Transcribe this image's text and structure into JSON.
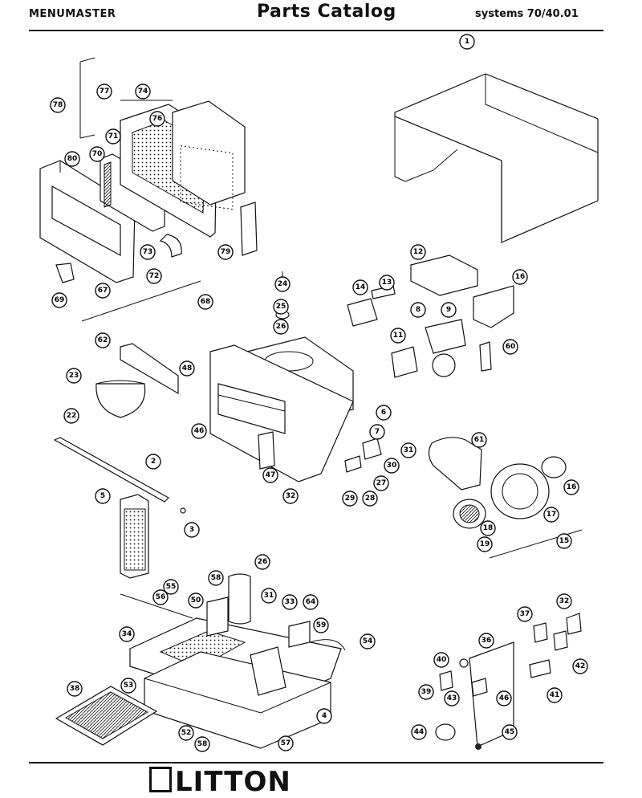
{
  "header": {
    "brand": "MENUMASTER",
    "title": "Parts Catalog",
    "system": "systems 70/40.01"
  },
  "footer": {
    "logo_text": "LITTON"
  },
  "callouts": [
    "1",
    "78",
    "77",
    "74",
    "76",
    "71",
    "70",
    "80",
    "73",
    "72",
    "79",
    "67",
    "69",
    "68",
    "24",
    "25",
    "26",
    "14",
    "13",
    "12",
    "16",
    "8",
    "9",
    "11",
    "60",
    "62",
    "23",
    "22",
    "48",
    "6",
    "7",
    "46",
    "47",
    "32",
    "31",
    "30",
    "27",
    "29",
    "28",
    "2",
    "5",
    "3",
    "61",
    "16",
    "17",
    "18",
    "19",
    "15",
    "26",
    "58",
    "50",
    "31",
    "33",
    "64",
    "56",
    "55",
    "34",
    "59",
    "54",
    "53",
    "52",
    "58",
    "57",
    "4",
    "38",
    "37",
    "32",
    "36",
    "42",
    "41",
    "40",
    "39",
    "43",
    "46",
    "44",
    "45"
  ]
}
